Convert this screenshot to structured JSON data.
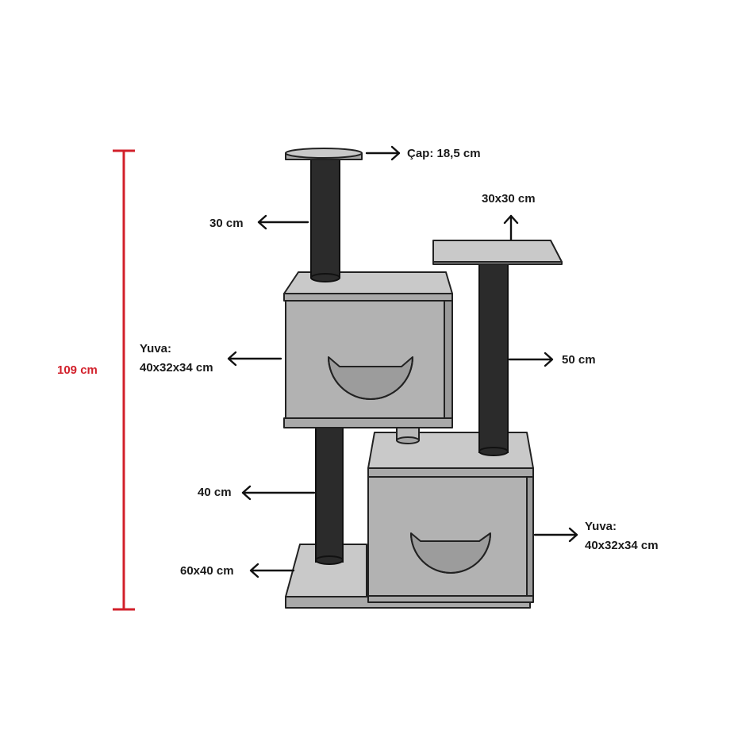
{
  "colors": {
    "height_marker": "#d2202b",
    "board_top": "#c9c9c9",
    "board_front": "#b2b2b2",
    "board_edge": "#8f8f8f",
    "post": "#2b2b2b",
    "outline": "#222222"
  },
  "labels": {
    "total_height": "109 cm",
    "top_platform": "Çap: 18,5 cm",
    "top_post": "30 cm",
    "side_platform": "30x30 cm",
    "upper_house_line1": "Yuva:",
    "upper_house_line2": "40x32x34 cm",
    "right_post": "50 cm",
    "lower_post": "40 cm",
    "lower_house_line1": "Yuva:",
    "lower_house_line2": "40x32x34 cm",
    "base": "60x40 cm"
  }
}
